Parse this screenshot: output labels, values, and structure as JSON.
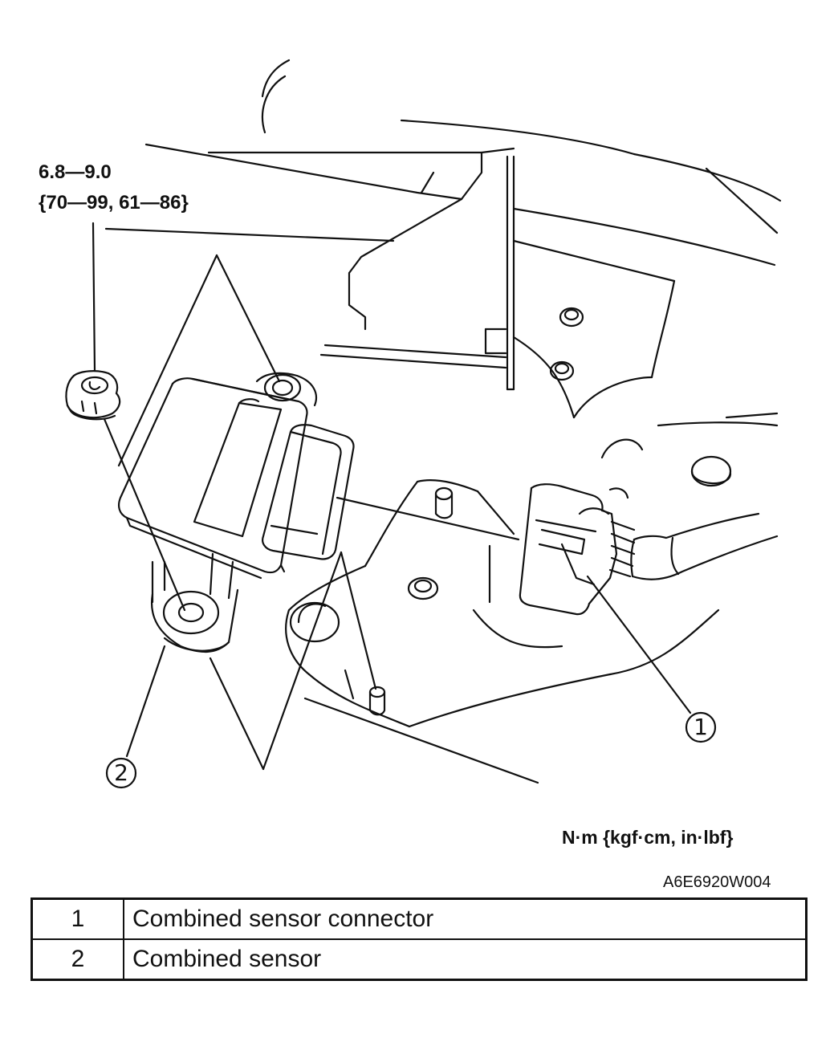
{
  "torque_spec": {
    "line1": "6.8—9.0",
    "line2": "{70—99, 61—86}"
  },
  "callouts": {
    "c1": "1",
    "c2": "2"
  },
  "units": "N·m {kgf·cm, in·lbf}",
  "figure_id": "A6E6920W004",
  "legend": [
    {
      "num": "1",
      "label": "Combined sensor connector"
    },
    {
      "num": "2",
      "label": "Combined sensor"
    }
  ]
}
